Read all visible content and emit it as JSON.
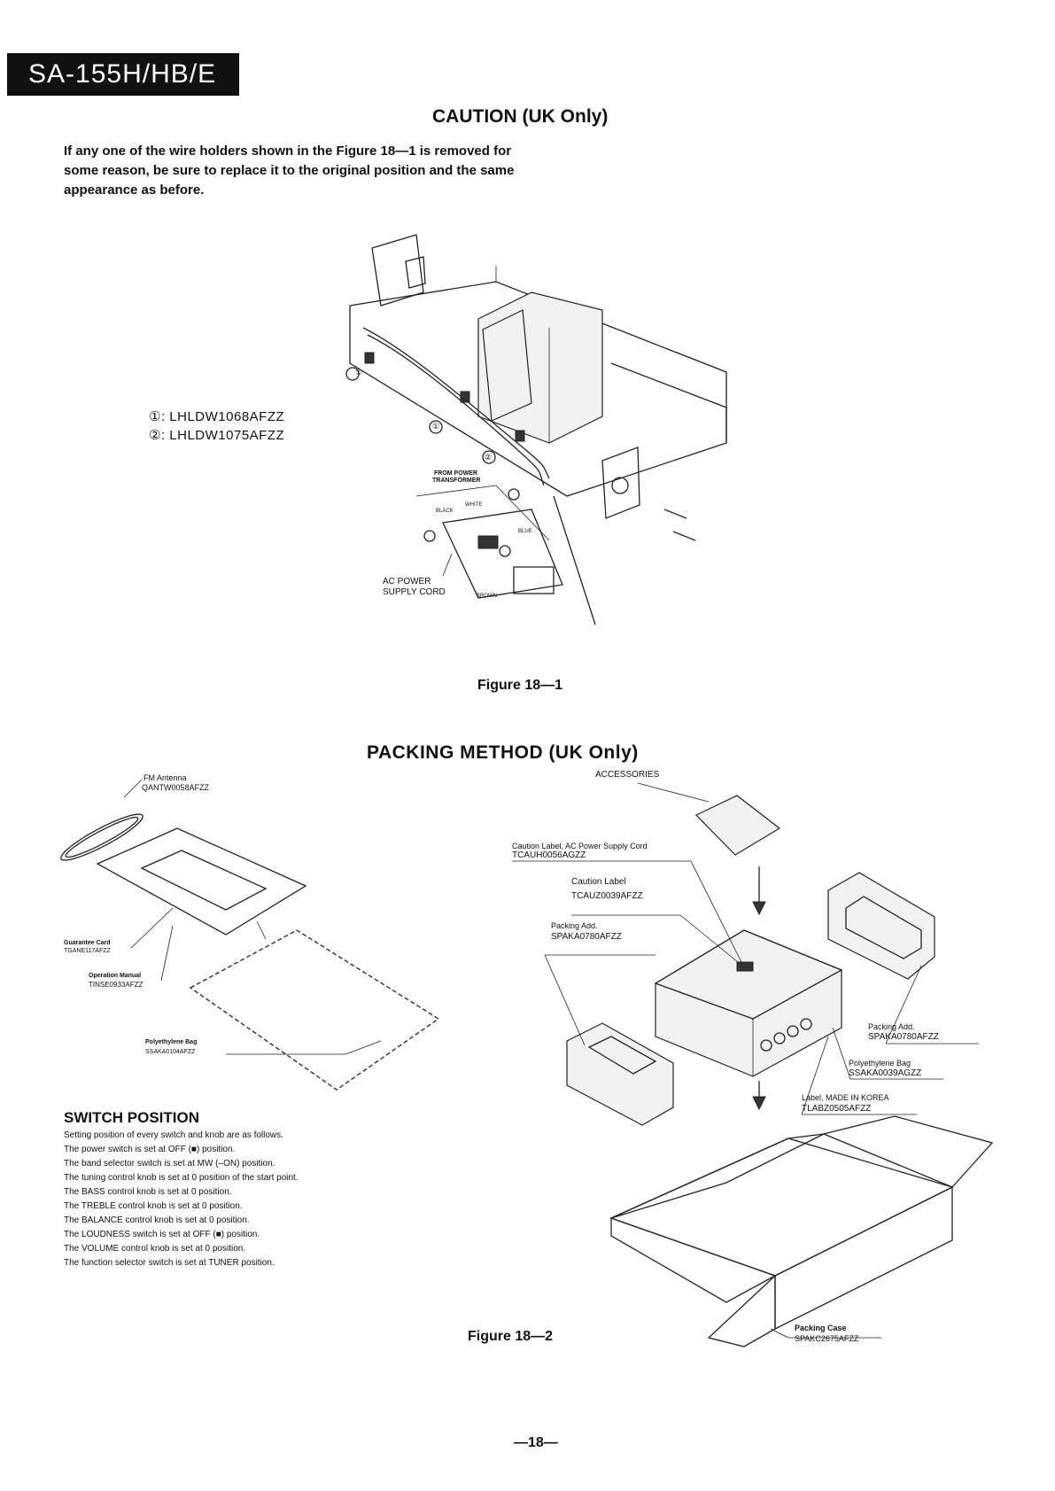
{
  "header": {
    "model": "SA-155H/HB/E"
  },
  "caution": {
    "title": "CAUTION (UK Only)",
    "text": "If any one of the wire holders shown in the Figure 18—1 is removed for some reason, be sure to replace it to the original position and the same appearance as before."
  },
  "wire_holders": [
    {
      "mark": "①",
      "part": ": LHLDW1068AFZZ"
    },
    {
      "mark": "②",
      "part": ": LHLDW1075AFZZ"
    }
  ],
  "figure1": {
    "caption": "Figure 18—1",
    "labels": {
      "from_power_transformer_1": "FROM POWER",
      "from_power_transformer_2": "TRANSFORMER",
      "white": "WHITE",
      "black": "BLACK",
      "blue": "BLUE",
      "brown": "BROWN",
      "ac_power_1": "AC POWER",
      "ac_power_2": "SUPPLY CORD",
      "m1": "①",
      "m2": "②"
    }
  },
  "packing": {
    "title": "PACKING METHOD (UK Only)",
    "accessories": "ACCESSORIES",
    "fm_antenna": {
      "name": "FM Antenna",
      "part": "QANTW0058AFZZ"
    },
    "guarantee_card": {
      "name": "Guarantee Card",
      "part": "TGANE117AFZZ"
    },
    "operation_manual": {
      "name": "Operation Manual",
      "part": "TINSE0933AFZZ"
    },
    "polyethylene_bag_left": {
      "name": "Polyethylene Bag",
      "part": "SSAKA0104AFZZ"
    },
    "caution_label_ac": {
      "name": "Caution Label, AC Power Supply Cord",
      "part": "TCAUH0056AGZZ"
    },
    "caution_label": {
      "name": "Caution Label",
      "part": "TCAUZ0039AFZZ"
    },
    "packing_add_left": {
      "name": "Packing Add.",
      "part": "SPAKA0780AFZZ"
    },
    "packing_add_right": {
      "name": "Packing Add.",
      "part": "SPAKA0780AFZZ"
    },
    "polyethylene_bag_right": {
      "name": "Polyethylene Bag",
      "part": "SSAKA0039AGZZ"
    },
    "label_made_in": {
      "name": "Label, MADE IN KOREA",
      "part": "TLABZ0505AFZZ"
    },
    "packing_case": {
      "name": "Packing Case",
      "part": "SPAKC2675AFZZ"
    },
    "caption": "Figure 18—2"
  },
  "switch_position": {
    "title": "SWITCH POSITION",
    "lines": [
      "Setting position of every switch and knob are as follows.",
      "The power switch is set at OFF (■) position.",
      "The band selector switch is set at MW (–ON) position.",
      "The tuning control knob is set at 0 position of the start point.",
      "The BASS control knob is set at 0 position.",
      "The TREBLE control knob is set at 0 position.",
      "The BALANCE control knob is set at 0 position.",
      "The LOUDNESS switch is set at OFF (■) position.",
      "The VOLUME control knob is set at 0 position.",
      "The function selector switch is set at TUNER position."
    ]
  },
  "footer": {
    "page": "—18—"
  }
}
